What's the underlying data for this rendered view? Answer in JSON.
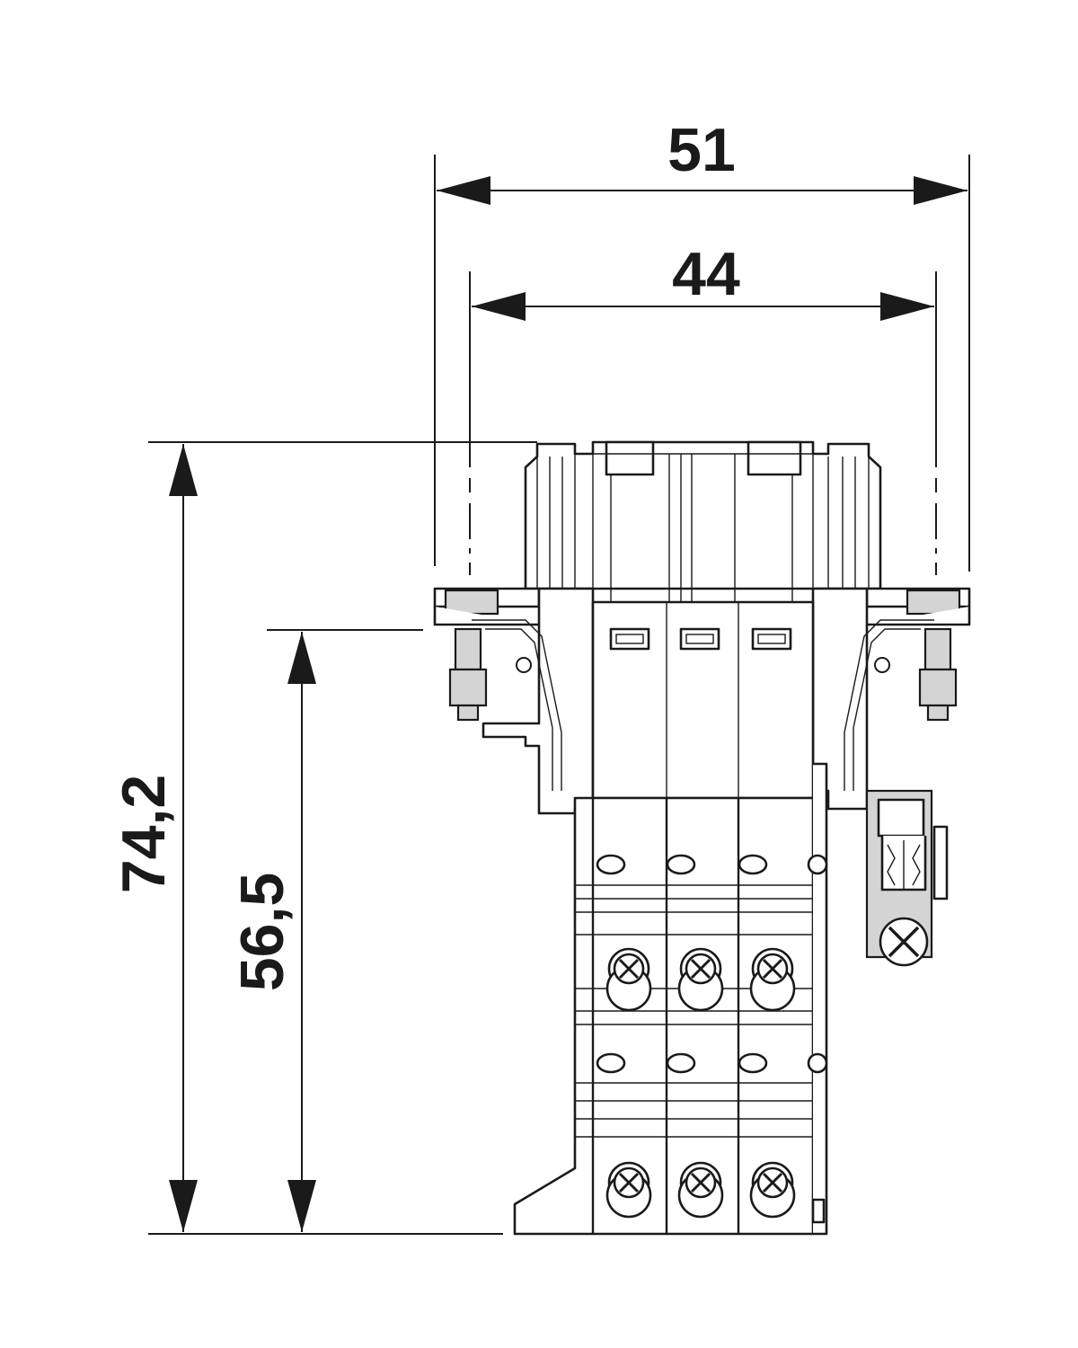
{
  "dimensions": {
    "overall_width": "51",
    "flange_hole_spacing": "44",
    "overall_height": "74,2",
    "height_below_flange": "56,5"
  },
  "colors": {
    "line": "#1a1a1a",
    "fill_gray": "#d4d4d4",
    "background": "#ffffff"
  }
}
